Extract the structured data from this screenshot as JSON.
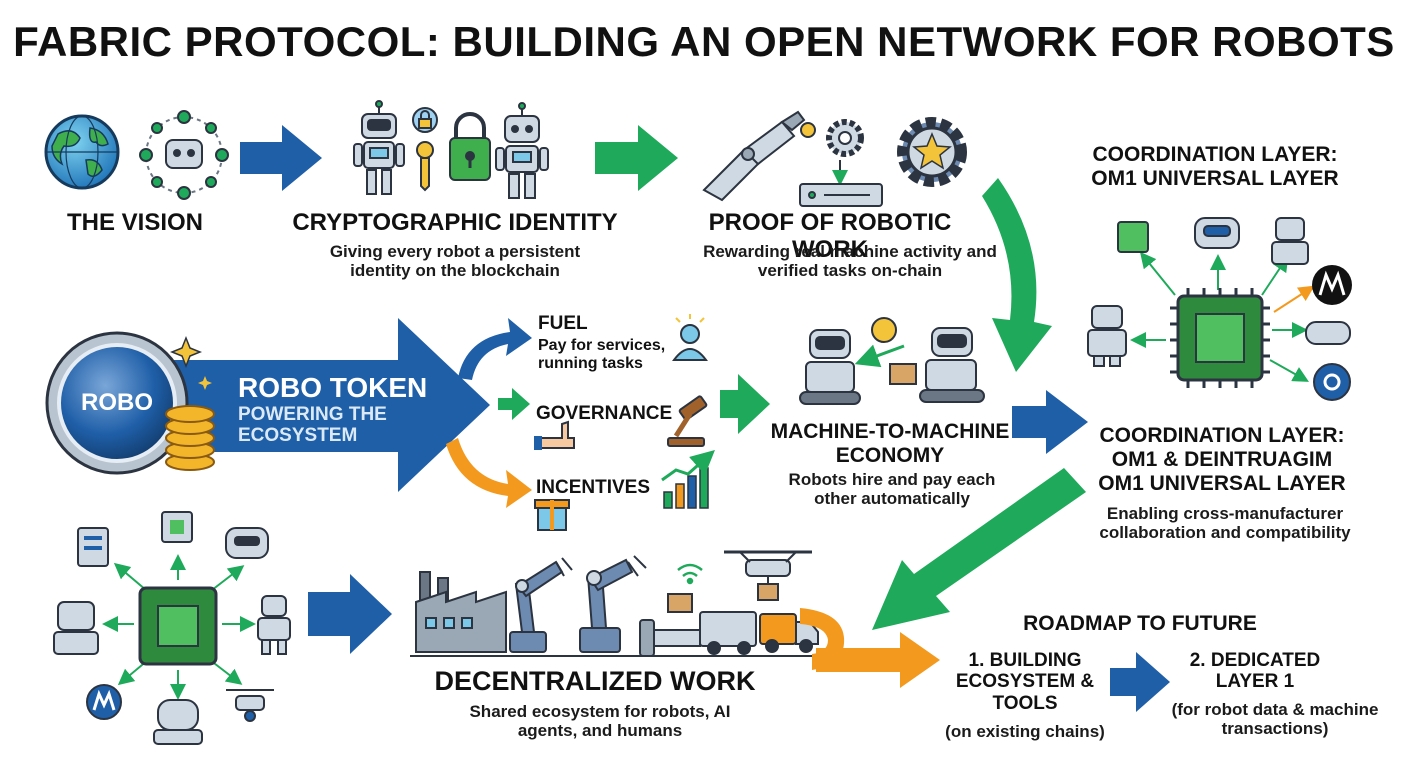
{
  "title": "FABRIC PROTOCOL: BUILDING AN OPEN NETWORK FOR ROBOTS",
  "vision": {
    "title": "THE VISION"
  },
  "identity": {
    "title": "CRYPTOGRAPHIC IDENTITY",
    "desc": "Giving every robot a persistent identity on the blockchain"
  },
  "proof": {
    "title": "PROOF OF ROBOTIC WORK",
    "desc": "Rewarding real machine activity and verified tasks on-chain"
  },
  "coordination_top": {
    "title": "COORDINATION LAYER: OM1 UNIVERSAL LAYER"
  },
  "token": {
    "badge": "ROBO",
    "title": "ROBO TOKEN",
    "subtitle": "POWERING THE ECOSYSTEM"
  },
  "uses": {
    "fuel": {
      "label": "FUEL",
      "desc": "Pay for services, running tasks"
    },
    "governance": {
      "label": "GOVERNANCE"
    },
    "incentives": {
      "label": "INCENTIVES"
    }
  },
  "m2m": {
    "title": "MACHINE-TO-MACHINE ECONOMY",
    "desc": "Robots hire and pay each other automatically"
  },
  "coordination_mid": {
    "title_line1": "COORDINATION LAYER:",
    "title_line2": "OM1 & DEINTRUAGIM",
    "title_line3": "OM1 UNIVERSAL LAYER",
    "desc": "Enabling cross-manufacturer collaboration and compatibility"
  },
  "work": {
    "title": "DECENTRALIZED WORK",
    "desc": "Shared ecosystem for robots, AI agents, and humans"
  },
  "roadmap": {
    "title": "ROADMAP TO FUTURE",
    "step1": {
      "title": "1. BUILDING ECOSYSTEM & TOOLS",
      "note": "(on existing chains)"
    },
    "step2": {
      "title": "2. DEDICATED LAYER 1",
      "note": "(for robot data & machine transactions)"
    }
  },
  "colors": {
    "blue": "#1f5fa8",
    "green": "#1eaa5a",
    "orange": "#f39a1e",
    "chip": "#2e8b3d",
    "robot": "#cfd9e3",
    "outline": "#2b3440"
  },
  "icons": [
    "globe-icon",
    "network-robot-icon",
    "robot-icon",
    "lock-icon",
    "key-icon",
    "robot-arm-icon",
    "gear-icon",
    "star-icon",
    "server-icon",
    "coin-icon",
    "sparkle-icon",
    "person-icon",
    "gavel-icon",
    "hand-icon",
    "gift-icon",
    "chart-up-icon",
    "chip-icon",
    "drone-icon",
    "factory-icon",
    "truck-icon",
    "wifi-icon",
    "m-logo-icon",
    "gamepad-icon"
  ]
}
